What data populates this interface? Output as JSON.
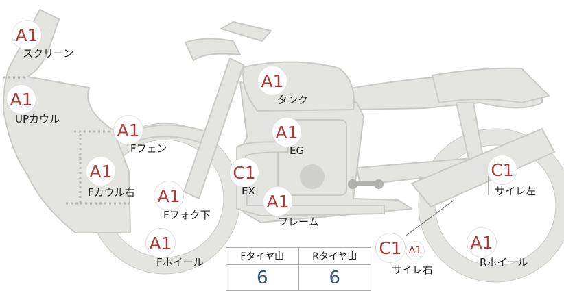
{
  "parts": {
    "screen": {
      "grade": "A1",
      "label": "スクリーン"
    },
    "up_cowl": {
      "grade": "A1",
      "label": "UPカウル"
    },
    "f_fender": {
      "grade": "A1",
      "label": "Fフェン"
    },
    "f_cowl_right": {
      "grade": "A1",
      "label": "Fカウル右"
    },
    "f_fork_lower": {
      "grade": "A1",
      "label": "Fフォク下"
    },
    "f_wheel": {
      "grade": "A1",
      "label": "Fホイール"
    },
    "tank": {
      "grade": "A1",
      "label": "タンク"
    },
    "engine": {
      "grade": "A1",
      "label": "EG"
    },
    "exhaust": {
      "grade": "C1",
      "label": "EX"
    },
    "frame": {
      "grade": "A1",
      "label": "フレーム"
    },
    "muffler_left": {
      "grade": "C1",
      "label": "サイレ左"
    },
    "muffler_right": {
      "grade": "C1",
      "grade_secondary": "A1",
      "label": "サイレ右"
    },
    "r_wheel": {
      "grade": "A1",
      "label": "Rホイール"
    }
  },
  "tread": {
    "front_label": "Fタイヤ山",
    "rear_label": "Rタイヤ山",
    "front_value": "6",
    "rear_value": "6"
  },
  "colors": {
    "grade_text": "#b03a3a",
    "part_fill": "#e4e4e1",
    "part_stroke": "#c9c9c5",
    "value_text": "#3b5583"
  }
}
